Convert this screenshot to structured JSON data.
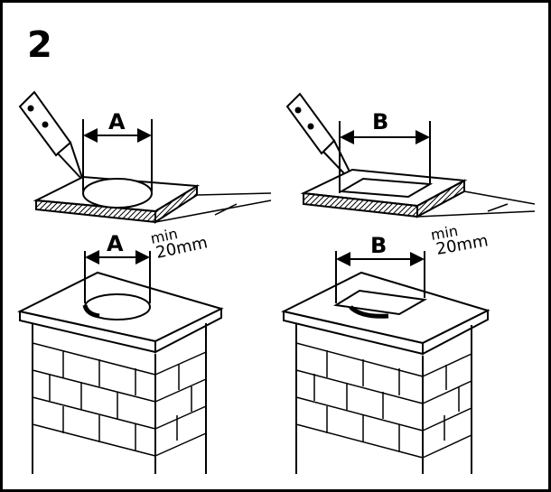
{
  "step": {
    "number": "2"
  },
  "left_panel": {
    "cut_label": "A",
    "chimney_label": "A",
    "margin_min": "min",
    "margin_value": "20mm"
  },
  "right_panel": {
    "cut_label": "B",
    "chimney_label": "B",
    "margin_min": "min",
    "margin_value": "20mm"
  }
}
